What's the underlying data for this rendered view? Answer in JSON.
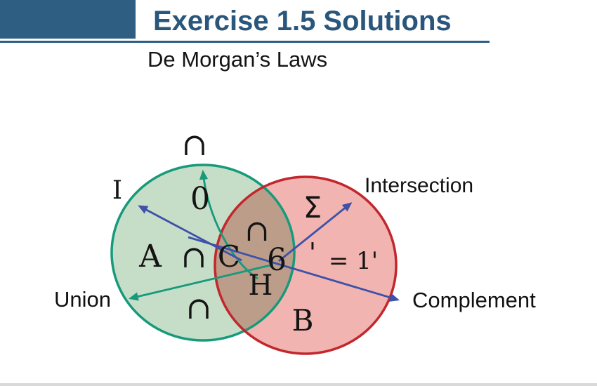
{
  "header": {
    "title": "Exercise 1.5 Solutions",
    "subtitle": "De Morgan’s Laws",
    "accent_color": "#2e5e82",
    "title_color": "#2a567c"
  },
  "diagram": {
    "colors": {
      "set_a_fill": "#c6dec7",
      "set_a_stroke": "#169a7b",
      "set_b_fill": "#f2b4b0",
      "set_b_stroke": "#c1272d",
      "arrow_blue": "#3d52a8",
      "arrow_teal": "#17997c"
    },
    "callouts": {
      "intersection": "Intersection",
      "union": "Union",
      "complement": "Complement"
    },
    "annotations": {
      "cap_top": "∩",
      "i": "I",
      "zero": "0",
      "sigma": "Σ",
      "cap_mid": "∩",
      "a": "A",
      "cap_left": "∩",
      "c": "C",
      "six": "6",
      "prime": "'",
      "equals_one_prime": "= 1'",
      "h": "H",
      "cap_bottom": "∩",
      "b": "B"
    }
  }
}
